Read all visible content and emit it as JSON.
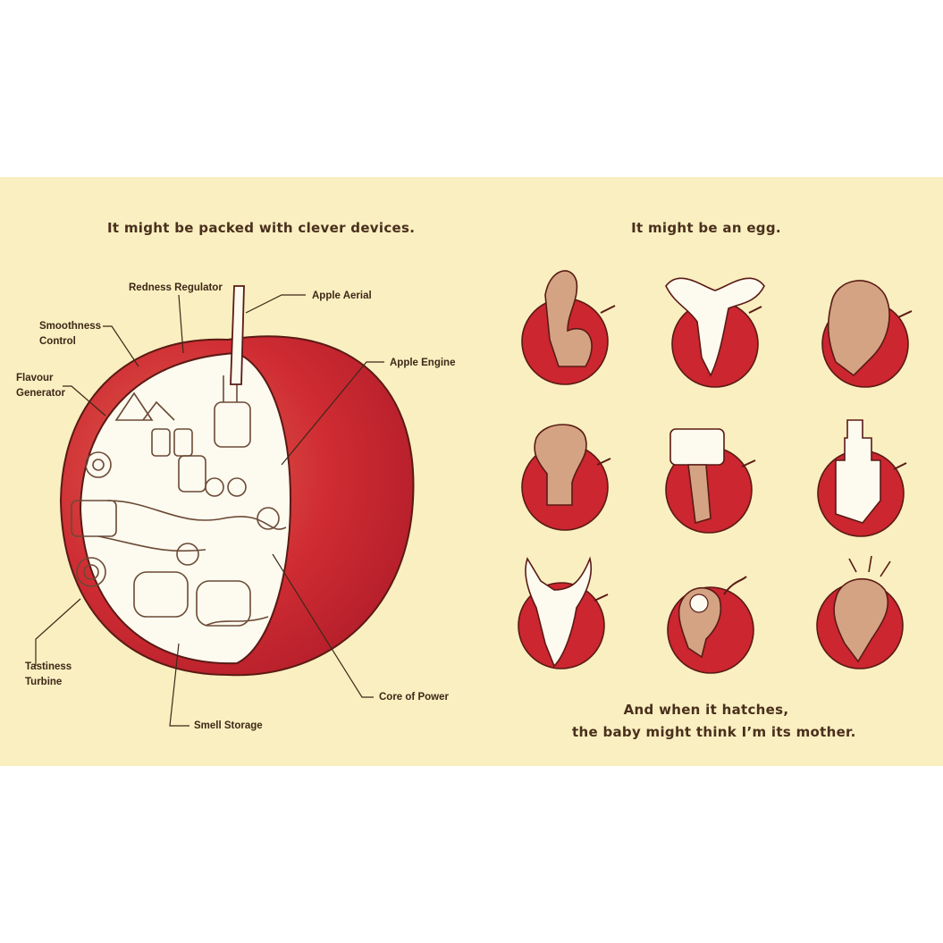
{
  "left_page": {
    "caption": "It might be packed with clever devices.",
    "labels": {
      "redness_regulator": "Redness Regulator",
      "apple_aerial": "Apple Aerial",
      "smoothness_control": [
        "Smoothness",
        "Control"
      ],
      "flavour_generator": [
        "Flavour",
        "Generator"
      ],
      "apple_engine": "Apple Engine",
      "tastiness_turbine": [
        "Tastiness",
        "Turbine"
      ],
      "core_of_power": "Core of Power",
      "smell_storage": "Smell Storage"
    }
  },
  "right_page": {
    "caption_top": "It might be an egg.",
    "caption_bottom": [
      "And when it hatches,",
      "the baby might think I’m its mother."
    ]
  },
  "colors": {
    "paper": "#f9efc0",
    "apple_red": "#cc2630",
    "ink": "#4a2f1d"
  }
}
